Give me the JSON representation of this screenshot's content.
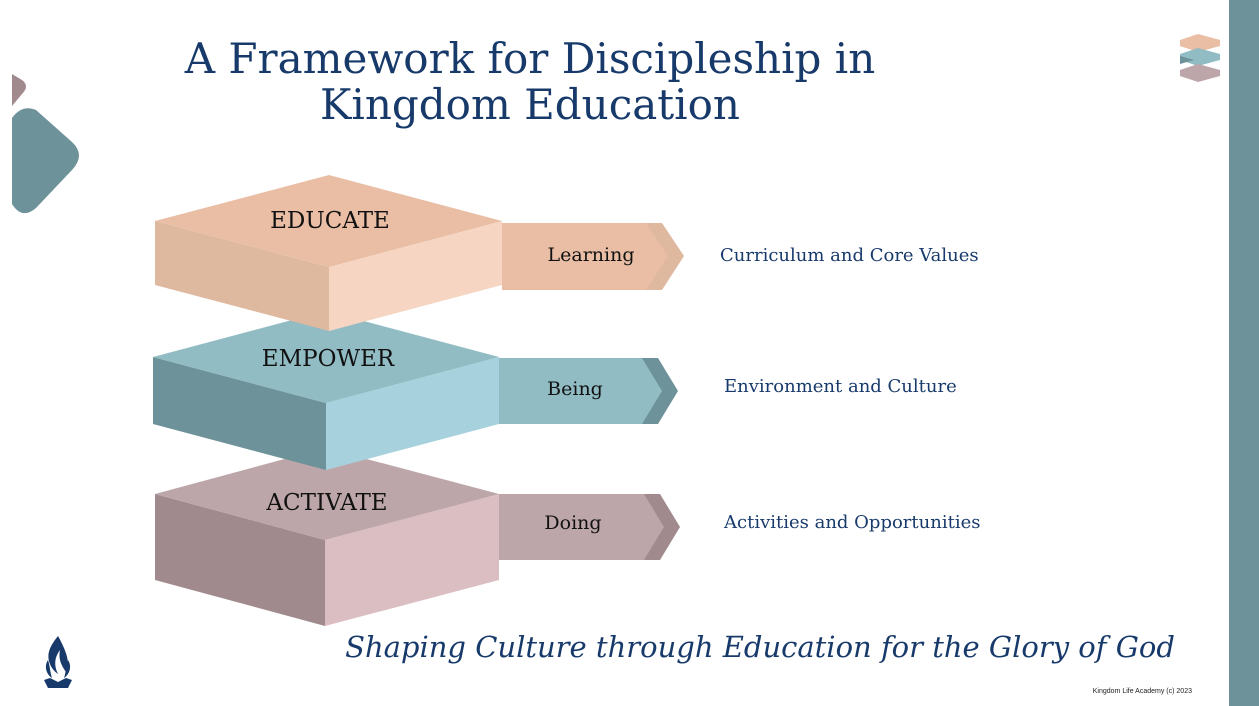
{
  "slide": {
    "title_line1": "A Framework for Discipleship in",
    "title_line2": "Kingdom Education",
    "tagline": "Shaping Culture through Education for the Glory of God",
    "copyright": "Kingdom Life Academy (c) 2023"
  },
  "layers": [
    {
      "name": "EDUCATE",
      "arrow": "Learning",
      "description": "Curriculum and Core Values"
    },
    {
      "name": "EMPOWER",
      "arrow": "Being",
      "description": "Environment and Culture"
    },
    {
      "name": "ACTIVATE",
      "arrow": "Doing",
      "description": "Activities and Opportunities"
    }
  ],
  "colors": {
    "title": "#173a6b",
    "educate": "#e9bea5",
    "empower": "#91bcc4",
    "activate": "#bda6a9",
    "accent_bar": "#6e9299"
  },
  "icons": {
    "left_shapes": "chevron-decoration",
    "top_right": "stacked-layers-icon",
    "bottom_left": "flame-logo-icon"
  }
}
